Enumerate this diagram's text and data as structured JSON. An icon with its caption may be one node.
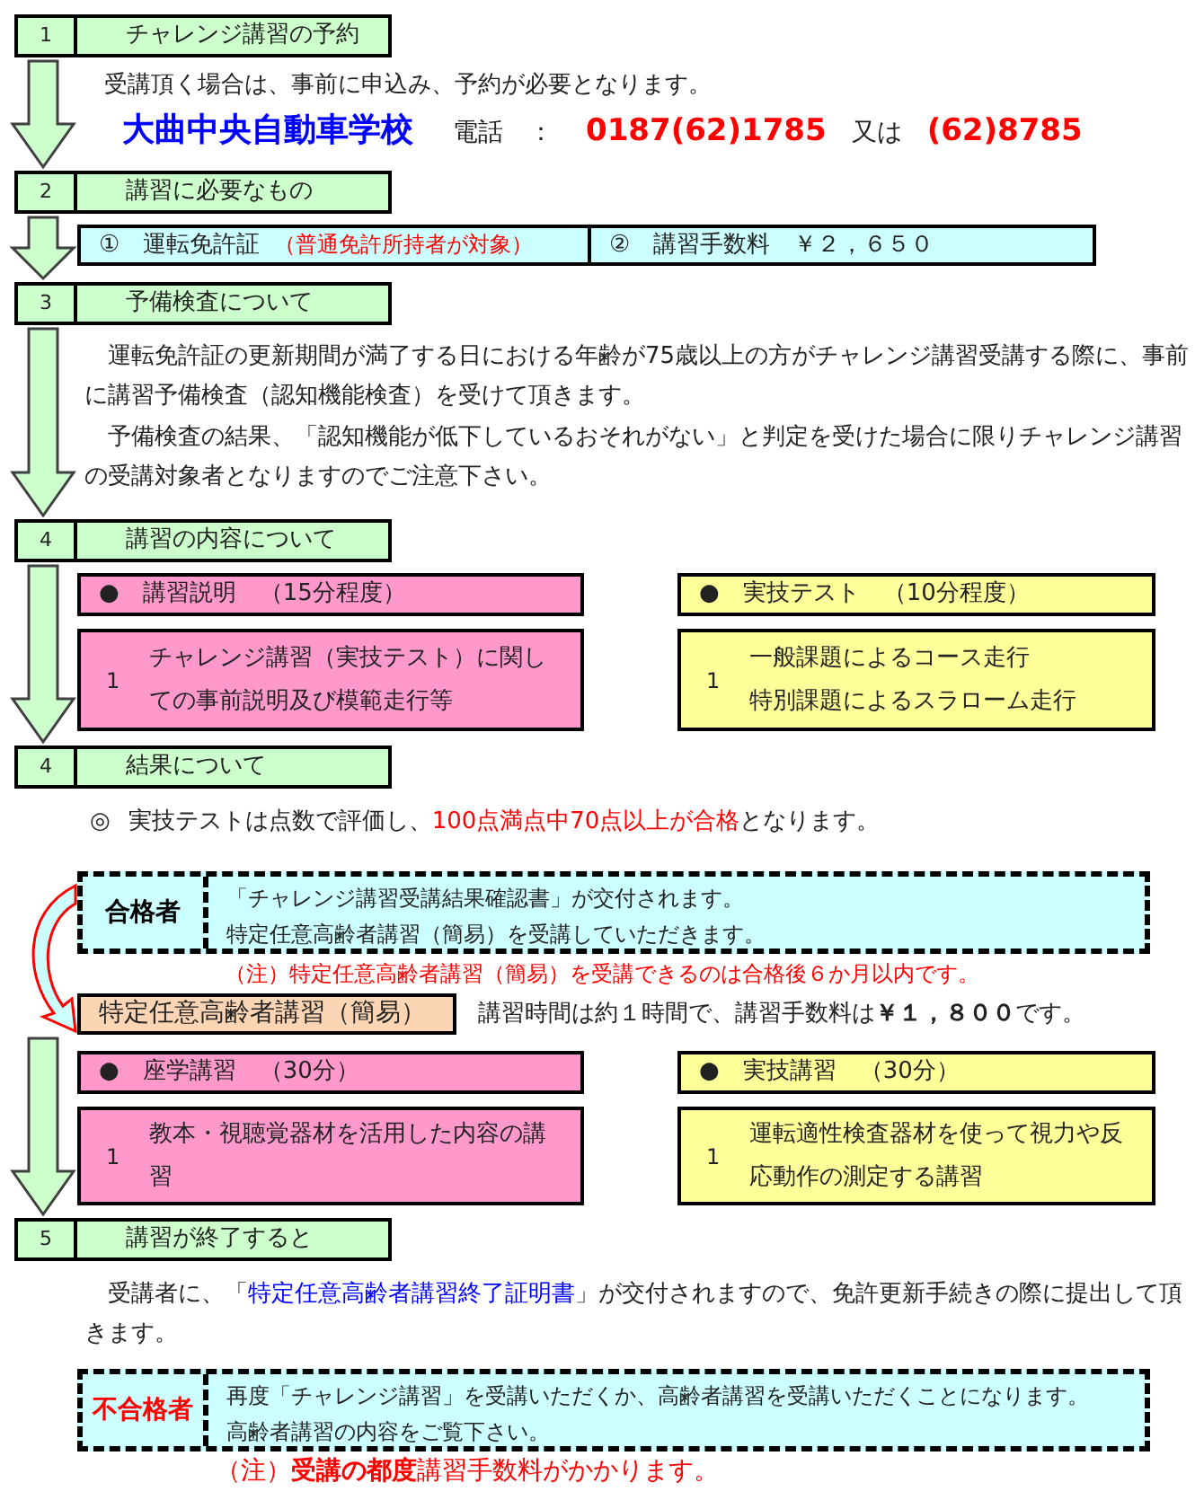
{
  "diagram": {
    "nodes": [
      {
        "text": [
          "1",
          "チャレンジ講習の予約"
        ]
      },
      {
        "text": [
          "2",
          "講習に必要なもの"
        ]
      },
      {
        "text": [
          "①　運転免許証",
          "（普通免許所持者が対象）",
          "②　講習手数料　￥２，６５０"
        ]
      },
      {
        "text": [
          "3",
          "予備検査について"
        ]
      },
      {
        "text": [
          "4",
          "講習の内容について"
        ]
      },
      {
        "text": [
          "●　講習説明　（15分程度）"
        ]
      },
      {
        "text": [
          "1",
          "チャレンジ講習（実技テスト）に関しての事前説明及び模範走行等"
        ]
      },
      {
        "text": [
          "●　実技テスト　（10分程度）"
        ]
      },
      {
        "text": [
          "1",
          "一般課題によるコース走行",
          "特別課題によるスラローム走行"
        ]
      },
      {
        "text": [
          "4",
          "結果について"
        ]
      },
      {
        "text": [
          "合格者",
          "「チャレンジ講習受講結果確認書」が交付されます。",
          "特定任意高齢者講習（簡易）を受講していただきます。"
        ]
      },
      {
        "text": [
          "特定任意高齢者講習（簡易）"
        ],
        "beside": [
          "講習時間は約１時間で、講習手数料は**￥１，８００**です。"
        ]
      },
      {
        "text": [
          "●　座学講習　（30分）"
        ]
      },
      {
        "text": [
          "1",
          "教本・視聴覚器材を活用した内容の講習"
        ]
      },
      {
        "text": [
          "●　実技講習　（30分）"
        ]
      },
      {
        "text": [
          "1",
          "運転適性検査器材を使って視力や反応動作の測定する講習"
        ]
      },
      {
        "text": [
          "5",
          "講習が終了すると"
        ]
      },
      {
        "text": [
          "不合格者",
          "再度「チャレンジ講習」を受講いただくか、高齢者講習を受講いただくことになります。",
          "高齢者講習の内容をご覧下さい。"
        ],
        "beside": [
          "（注）**受講の都度**講習手数料がかかります。"
        ]
      }
    ],
    "edges": [
      {
        "from": 0,
        "to": 1,
        "arrow": "to"
      },
      {
        "from": 1,
        "to": 3,
        "arrow": "to"
      },
      {
        "from": 3,
        "to": 4,
        "arrow": "to"
      },
      {
        "from": 4,
        "to": 9,
        "arrow": "to"
      },
      {
        "from": 10,
        "to": 11,
        "arrow": "to",
        "color": "#ff0000"
      },
      {
        "from": 11,
        "to": 16,
        "arrow": "to"
      }
    ],
    "labels": [
      "受講頂く場合は、事前に申込み、予約が必要となります。",
      "大曲中央自動車学校",
      "電話　：",
      "0187(62)1785",
      "又は",
      "(62)8785",
      "運転免許証の更新期間が満了する日における年齢が75歳以上の方がチャレンジ講習受講する際に、事前に講習予備検査（認知機能検査）を受けて頂きます。",
      "予備検査の結果、「認知機能が低下しているおそれがない」と判定を受けた場合に限りチャレンジ講習の受講対象者となりますのでご注意下さい。",
      "◎",
      "実技テストは点数で評価し、",
      "100点満点中70点以上が合格",
      "となります。",
      "（注）特定任意高齢者講習（簡易）を受講できるのは合格後６か月以内です。",
      "受講者に、「",
      "特定任意高齢者講習終了証明書",
      "」が交付されますので、免許更新手続きの際に提出して頂きます。"
    ]
  }
}
